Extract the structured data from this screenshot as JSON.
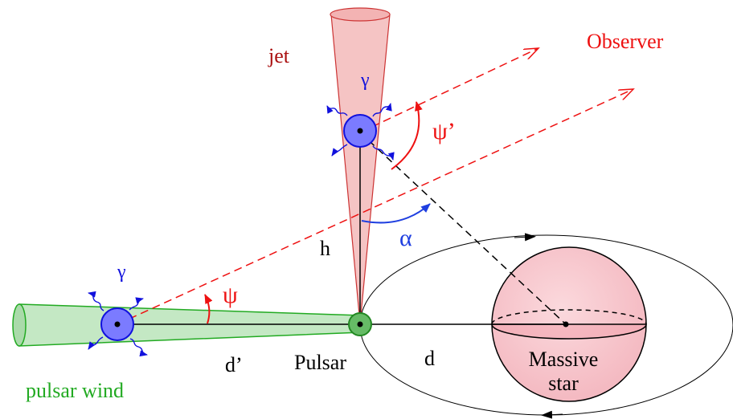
{
  "labels": {
    "jet": "jet",
    "observer": "Observer",
    "gamma_top": "γ",
    "gamma_left": "γ",
    "psi_prime": "ψ’",
    "psi": "ψ",
    "alpha": "α",
    "h": "h",
    "d_prime": "d’",
    "pulsar": "Pulsar",
    "d": "d",
    "massive": "Massive",
    "star": "star",
    "pulsar_wind": "pulsar wind"
  },
  "colors": {
    "dashed_red": "#ee1111",
    "jet_label": "#aa1111",
    "observer_label": "#ee1111",
    "gamma_blue": "#1111dd",
    "blob_fill": "#7b7bff",
    "alpha_blue": "#1f3fe0",
    "pulsar_wind_green": "#22aa22",
    "wind_fill": "#bfe6bf",
    "pulsar_fill": "#66bb66",
    "jet_fill": "#f5c4c4",
    "star_fill": "#f7c8ce"
  }
}
